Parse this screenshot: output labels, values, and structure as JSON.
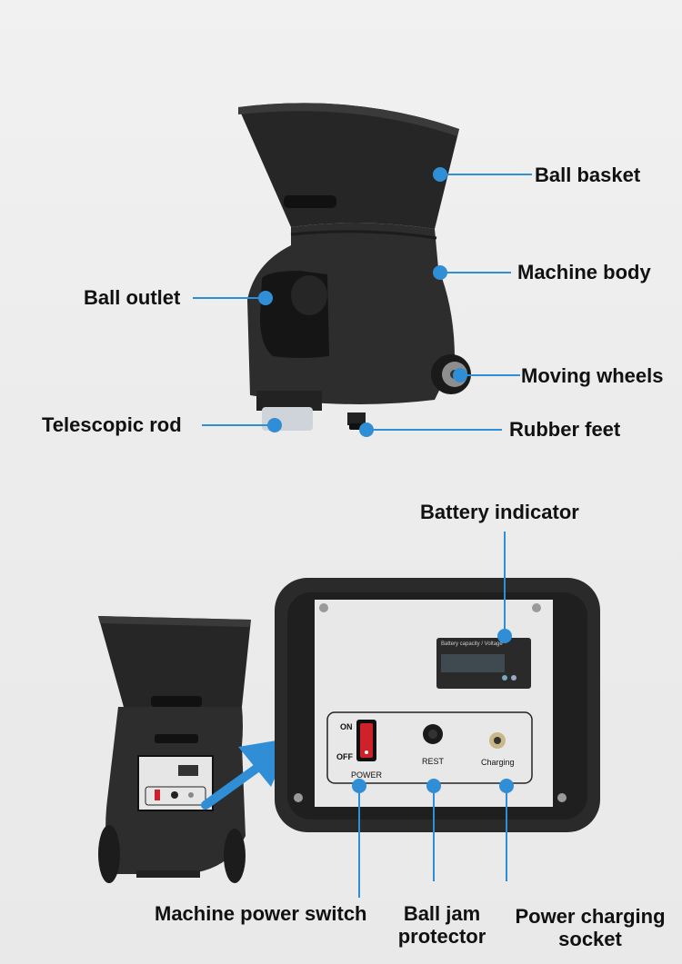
{
  "colors": {
    "accent": "#2f8ed6",
    "machine": "#2b2b2b",
    "panel": "#e8e8e8",
    "switch": "#d0202a"
  },
  "top_labels": {
    "ball_basket": "Ball basket",
    "machine_body": "Machine body",
    "ball_outlet": "Ball outlet",
    "moving_wheels": "Moving wheels",
    "telescopic_rod": "Telescopic rod",
    "rubber_feet": "Rubber feet"
  },
  "bottom_labels": {
    "battery_indicator": "Battery indicator",
    "power_switch": "Machine power switch",
    "ball_jam_line1": "Ball jam",
    "ball_jam_line2": "protector",
    "charging_line1": "Power charging",
    "charging_line2": "socket"
  },
  "panel_text": {
    "on": "ON",
    "off": "OFF",
    "power": "POWER",
    "rest": "REST",
    "charging": "Charging",
    "lcd_caption": "Battery capacity / Voltage"
  }
}
